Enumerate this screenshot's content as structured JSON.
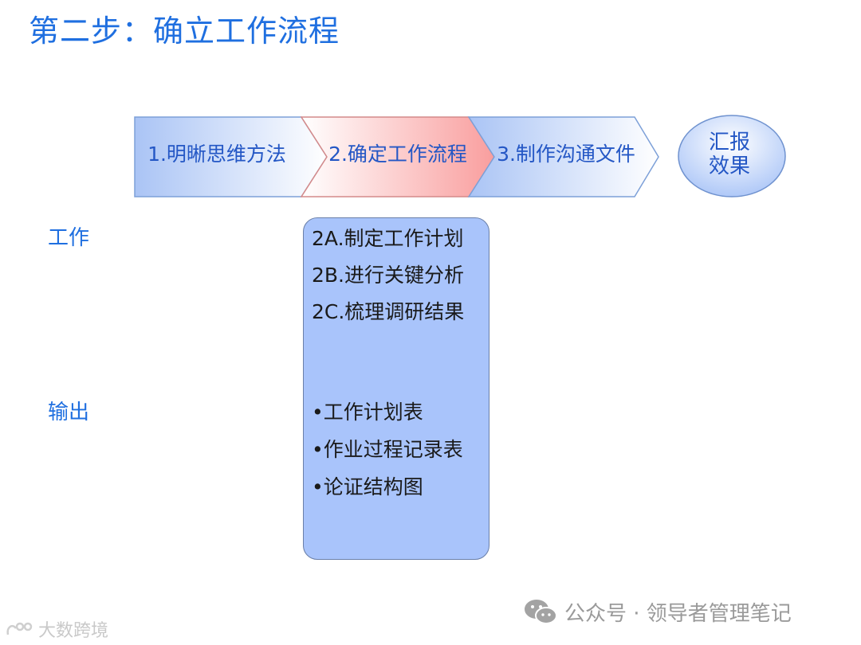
{
  "title": "第二步：确立工作流程",
  "flow": {
    "steps": [
      {
        "label": "1.明晰思维方法",
        "state": "normal"
      },
      {
        "label": "2.确定工作流程",
        "state": "active"
      },
      {
        "label": "3.制作沟通文件",
        "state": "normal"
      }
    ],
    "report": {
      "line1": "汇报",
      "line2": "效果"
    }
  },
  "rows": {
    "work_label": "工作",
    "output_label": "输出"
  },
  "detail": {
    "work_items": [
      "2A.制定工作计划",
      "2B.进行关键分析",
      "2C.梳理调研结果"
    ],
    "output_items": [
      "•工作计划表",
      "•作业过程记录表",
      "•论证结构图"
    ]
  },
  "footer": {
    "account_text": "公众号 · 领导者管理笔记",
    "watermark_text": "大数跨境"
  },
  "colors": {
    "title": "#1f6fe0",
    "step_fill": "#dde8fc",
    "step_active_fill": "#f9a9a9",
    "box_fill": "#a9c4fb"
  }
}
